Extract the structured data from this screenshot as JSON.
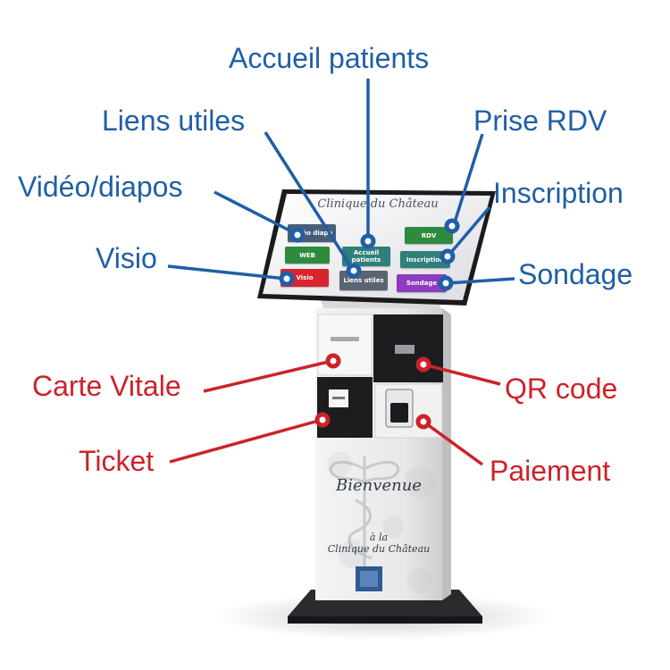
{
  "colors": {
    "callout_blue": "#1f5fa6",
    "callout_red": "#cc2229",
    "tile_gray": "#5a6472",
    "tile_green": "#2e8b3e",
    "tile_teal": "#2f7f7a",
    "tile_red": "#d9232d",
    "tile_purple": "#8e3bbf",
    "tile_blue_gray": "#4a5d78"
  },
  "callouts": {
    "accueil_patients": "Accueil patients",
    "liens_utiles": "Liens utiles",
    "prise_rdv": "Prise RDV",
    "video_diapos": "Vidéo/diapos",
    "inscription": "Inscription",
    "visio": "Visio",
    "sondage": "Sondage",
    "carte_vitale": "Carte Vitale",
    "qr_code": "QR code",
    "ticket": "Ticket",
    "paiement": "Paiement"
  },
  "screen": {
    "title": "Clinique du Château",
    "tiles": {
      "video": "Vidéo diapo",
      "web": "WEB",
      "visio": "Visio",
      "accueil": "Accueil patients",
      "liens": "Liens utiles",
      "rdv": "RDV",
      "inscription": "Inscription",
      "sondage": "Sondage"
    }
  },
  "front_panel": {
    "bienvenue": "Bienvenue",
    "a_la": "à la",
    "clinique": "Clinique du Château"
  },
  "icons": {
    "kiosk": "interactive-kiosk-illustration",
    "caduceus": "caduceus-watermark-icon",
    "logo": "clinic-logo-icon",
    "card_slot": "card-slot-icon",
    "qr_reader": "qr-reader-icon",
    "printer": "ticket-printer-icon",
    "payment_terminal": "payment-terminal-icon"
  }
}
